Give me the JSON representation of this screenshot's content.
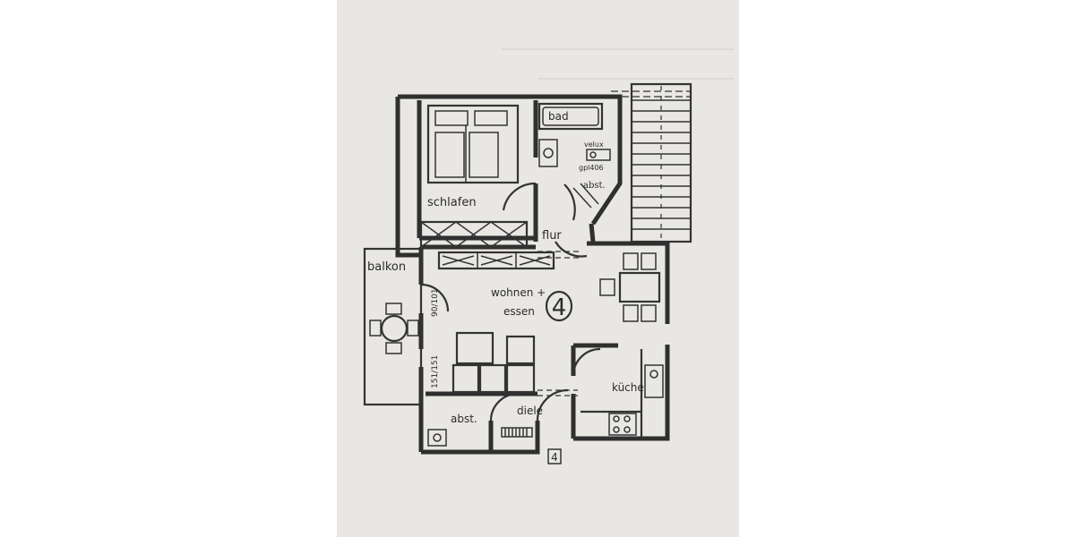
{
  "plan": {
    "rooms": {
      "schlafen": "schlafen",
      "bad": "bad",
      "abst_upper": "abst.",
      "flur": "flur",
      "balkon": "balkon",
      "wohnen_line1": "wohnen +",
      "wohnen_line2": "essen",
      "unit_number_circled": "4",
      "kueche": "küche",
      "abst_lower": "abst.",
      "diele": "diele"
    },
    "labels": {
      "velux": "velux",
      "gpl": "gpl406",
      "window_dim_1": "90/101",
      "window_dim_2": "151/151",
      "unit_box": "4"
    }
  }
}
